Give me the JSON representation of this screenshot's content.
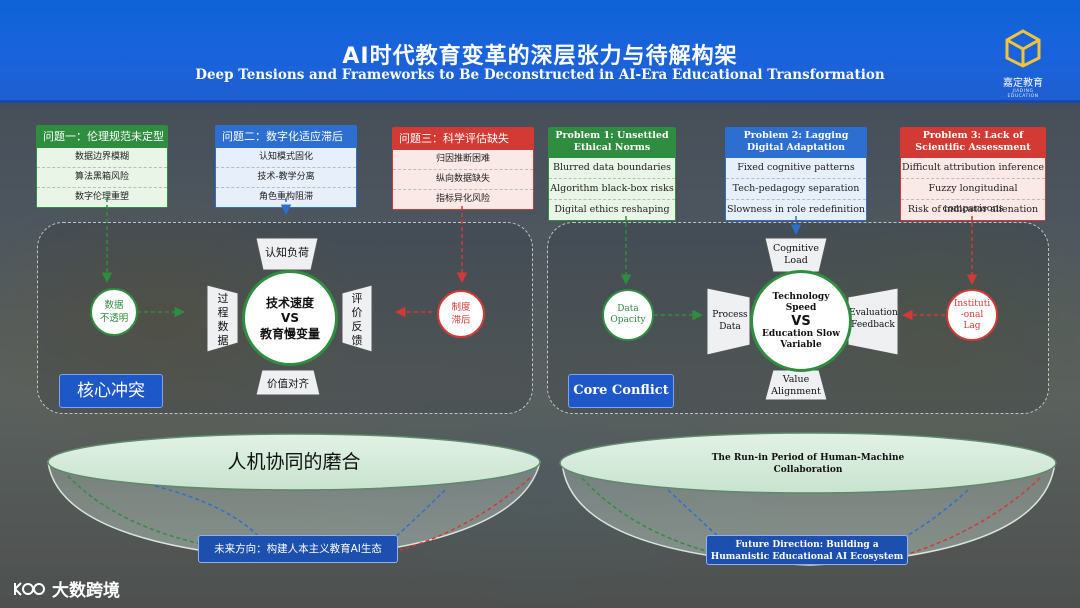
{
  "header": {
    "title_zh": "AI时代教育变革的深层张力与待解构架",
    "title_en": "Deep Tensions and Frameworks to Be Deconstructed in AI-Era Educational Transformation",
    "logo_text": "嘉定教育",
    "logo_sub": "JIADING EDUCATION"
  },
  "left": {
    "problems": [
      {
        "title": "问题一：伦理规范未定型",
        "items": [
          "数据边界模糊",
          "算法黑箱风险",
          "数字伦理重塑"
        ]
      },
      {
        "title": "问题二：数字化适应滞后",
        "items": [
          "认知模式固化",
          "技术-教学分离",
          "角色重构阻滞"
        ]
      },
      {
        "title": "问题三：科学评估缺失",
        "items": [
          "归因推断困难",
          "纵向数据缺失",
          "指标异化风险"
        ]
      }
    ],
    "top_label": "认知负荷",
    "bottom_label": "价值对齐",
    "left_label": "过程数据",
    "right_label": "评价反馈",
    "center_line1": "技术速度",
    "center_vs": "VS",
    "center_line2": "教育慢变量",
    "left_circle": "数据\n不透明",
    "right_circle": "制度\n滞后",
    "core_label": "核心冲突",
    "bowl_title": "人机协同的磨合",
    "future": "未来方向：构建人本主义教育AI生态"
  },
  "right": {
    "problems": [
      {
        "title": "Problem 1: Unsettled Ethical Norms",
        "items": [
          "Blurred data boundaries",
          "Algorithm black-box risks",
          "Digital ethics reshaping"
        ]
      },
      {
        "title": "Problem 2: Lagging Digital Adaptation",
        "items": [
          "Fixed cognitive patterns",
          "Tech-pedagogy separation",
          "Slowness in role redefinition"
        ]
      },
      {
        "title": "Problem 3: Lack of Scientific Assessment",
        "items": [
          "Difficult attribution inference",
          "Fuzzy longitudinal comparisons",
          "Risk of indicator alienation"
        ]
      }
    ],
    "top_label": "Cognitive Load",
    "bottom_label": "Value Alignment",
    "left_label": "Process Data",
    "right_label": "Evaluation Feedback",
    "center_line1": "Technology Speed",
    "center_vs": "VS",
    "center_line2": "Education Slow Variable",
    "left_circle": "Data Opacity",
    "right_circle": "Instituti -onal Lag",
    "core_label": "Core Conflict",
    "bowl_title": "The Run-in Period of Human-Machine Collaboration",
    "future": "Future Direction: Building a Humanistic Educational AI Ecosystem"
  },
  "watermark": "大数跨境",
  "colors": {
    "green": "#2f8d3f",
    "blue": "#2d6fd0",
    "red": "#d33a34",
    "header": "#1a63dc"
  }
}
